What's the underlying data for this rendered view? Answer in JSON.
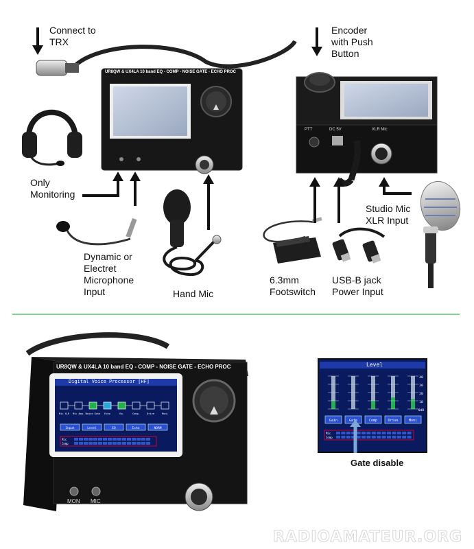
{
  "labels": {
    "connect_trx": "Connect to\nTRX",
    "encoder": "Encoder\nwith Push\nButton",
    "only_monitoring": "Only\nMonitoring",
    "dynamic_mic": "Dynamic or\nElectret\nMicrophone\nInput",
    "hand_mic": "Hand Mic",
    "studio_mic": "Studio Mic\nXLR Input",
    "footswitch": "6.3mm\nFootswitch",
    "usb": "USB-B jack\nPower Input",
    "gate_disable": "Gate disable"
  },
  "device": {
    "top_label": "UR8QW & UX4LA 10 band EQ - COMP - NOISE GATE - ECHO PROC",
    "mon_label": "MON",
    "mic_label": "MIC",
    "rear_ptt": "PTT",
    "rear_dc": "DC 5V",
    "rear_xlr": "XLR Mic"
  },
  "screen_main": {
    "title": "Digital Voice Processor  [HF]",
    "blocks": [
      "Mic XLR",
      "Mic Amp.",
      "Noise Gate",
      "Echo",
      "Eq.",
      "Comp.",
      "Drive",
      "Moni"
    ],
    "buttons": [
      "Input",
      "Level",
      "EQ",
      "Echo",
      "NORM"
    ],
    "meter_labels": [
      "Mic",
      "Comp"
    ]
  },
  "screen_level": {
    "title": "Level",
    "scale": [
      "40",
      "30",
      "20",
      "10",
      "0dB"
    ],
    "buttons": [
      "Gain",
      "Gate",
      "Comp",
      "Drive",
      "Moni"
    ],
    "meter_labels": [
      "Mic",
      "Comp"
    ],
    "bar_levels": [
      0.25,
      0.0,
      0.25,
      0.35,
      0.3
    ]
  },
  "watermark": "RADIOAMATEUR.ORG",
  "colors": {
    "accent_green": "#22b14c",
    "screen_blue": "#0a1a5e",
    "separator": "#3bb54a"
  }
}
